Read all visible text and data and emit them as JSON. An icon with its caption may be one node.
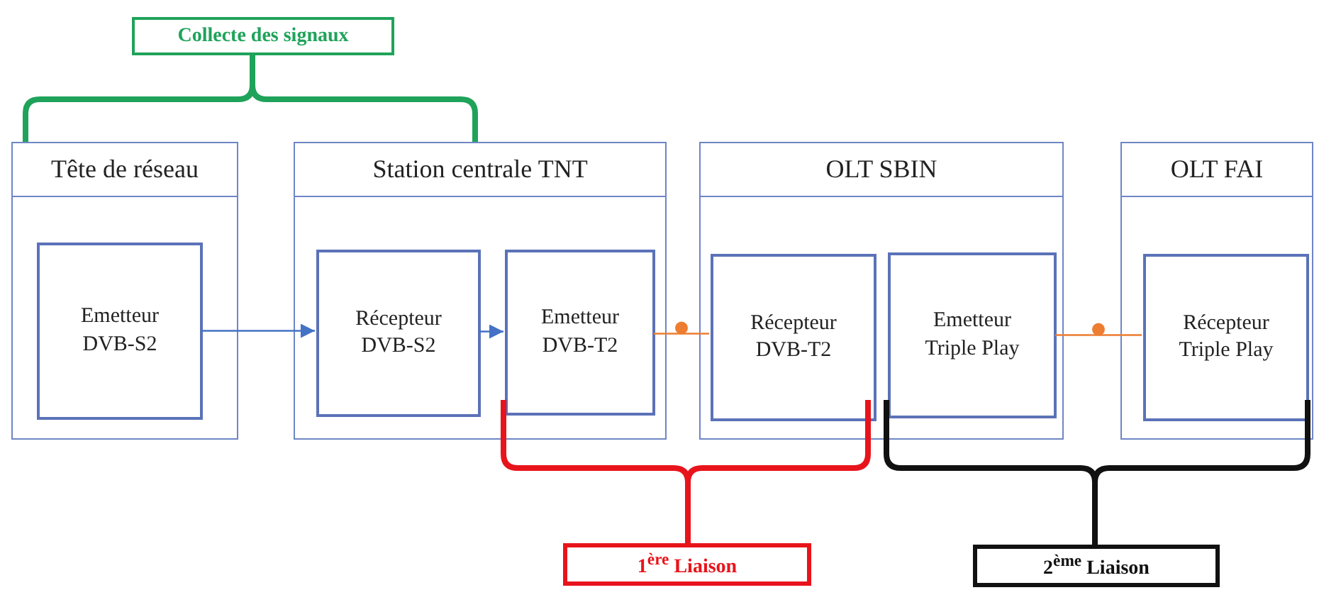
{
  "diagram": {
    "nodes": [
      {
        "text": [
          "Collecte des signaux"
        ]
      },
      {
        "text": [
          "Tête de réseau"
        ]
      },
      {
        "text": [
          "Emetteur DVB-S2"
        ],
        "in": 1
      },
      {
        "text": [
          "Station centrale TNT"
        ]
      },
      {
        "text": [
          "Récepteur DVB-S2"
        ],
        "in": 3
      },
      {
        "text": [
          "Emetteur DVB-T2"
        ],
        "in": 3
      },
      {
        "text": [
          "OLT SBIN"
        ]
      },
      {
        "text": [
          "Récepteur DVB-T2"
        ],
        "in": 6
      },
      {
        "text": [
          "Emetteur Triple Play"
        ],
        "in": 6
      },
      {
        "text": [
          "OLT FAI"
        ]
      },
      {
        "text": [
          "Récepteur Triple Play"
        ],
        "in": 9
      },
      {
        "text": [
          "1$^{ère}$ Liaison"
        ]
      },
      {
        "text": [
          "2$^{ème}$ Liaison"
        ]
      }
    ],
    "edges": [
      {
        "from": 2,
        "to": 4,
        "arrow": "to",
        "color": "#4472c4"
      },
      {
        "from": 4,
        "to": 5,
        "arrow": "to",
        "color": "#4472c4"
      },
      {
        "from": 5,
        "to": 7,
        "arrow": "none",
        "color": "#ed7d31"
      },
      {
        "from": 8,
        "to": 10,
        "arrow": "none",
        "color": "#ed7d31"
      }
    ]
  }
}
